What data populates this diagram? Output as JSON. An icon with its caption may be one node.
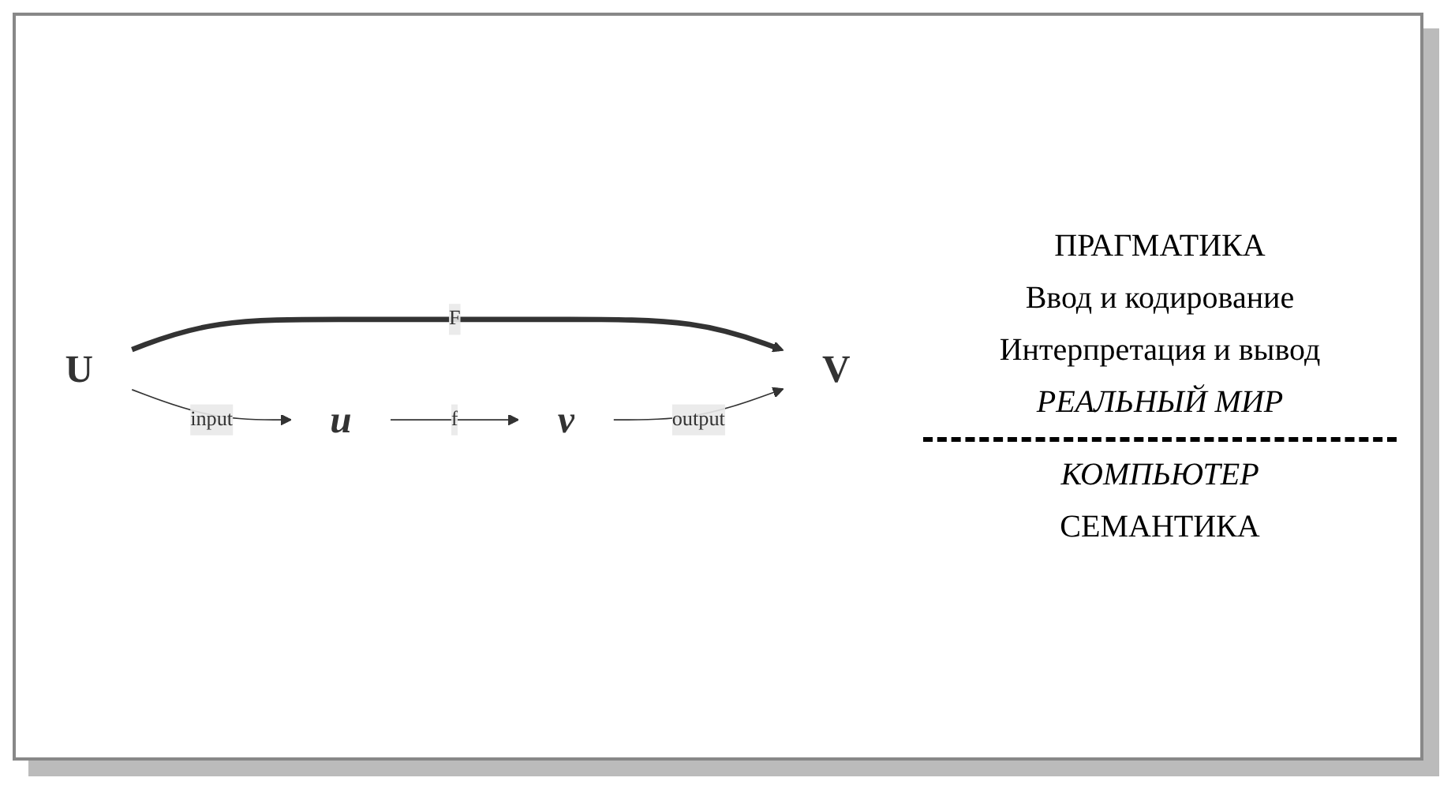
{
  "diagram": {
    "nodes": [
      {
        "text": [
          "U"
        ]
      },
      {
        "text": [
          "V"
        ]
      },
      {
        "text": [
          "u"
        ]
      },
      {
        "text": [
          "v"
        ]
      }
    ],
    "edges": [
      {
        "from": 0,
        "to": 1,
        "arrow": "to",
        "label": "F",
        "style": "thick"
      },
      {
        "from": 0,
        "to": 2,
        "arrow": "to",
        "label": "input"
      },
      {
        "from": 2,
        "to": 3,
        "arrow": "to",
        "label": "f"
      },
      {
        "from": 3,
        "to": 1,
        "arrow": "to",
        "label": "output"
      }
    ],
    "labels": [
      "ПРАГМАТИКА",
      "Ввод и кодирование",
      "Интерпретация и вывод",
      "РЕАЛЬНЫЙ МИР",
      "КОМПЬЮТЕР",
      "СЕМАНТИКА"
    ]
  }
}
